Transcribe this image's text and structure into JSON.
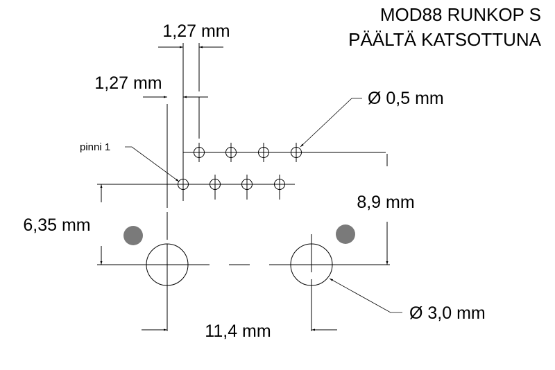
{
  "title": {
    "line1": "MOD88 RUNKOP S",
    "line2": "PÄÄLTÄ KATSOTTUNA"
  },
  "dimensions": {
    "pitch_horizontal": "1,27 mm",
    "pitch_offset": "1,27 mm",
    "pin_diameter": "Ø 0,5 mm",
    "row_to_mount_height": "8,9 mm",
    "pin1_to_mount_height": "6,35 mm",
    "mount_spacing": "11,4 mm",
    "mount_diameter": "Ø 3,0 mm"
  },
  "labels": {
    "pin1": "pinni 1"
  },
  "colors": {
    "line": "#000000",
    "dot": "#7a7a7a"
  }
}
